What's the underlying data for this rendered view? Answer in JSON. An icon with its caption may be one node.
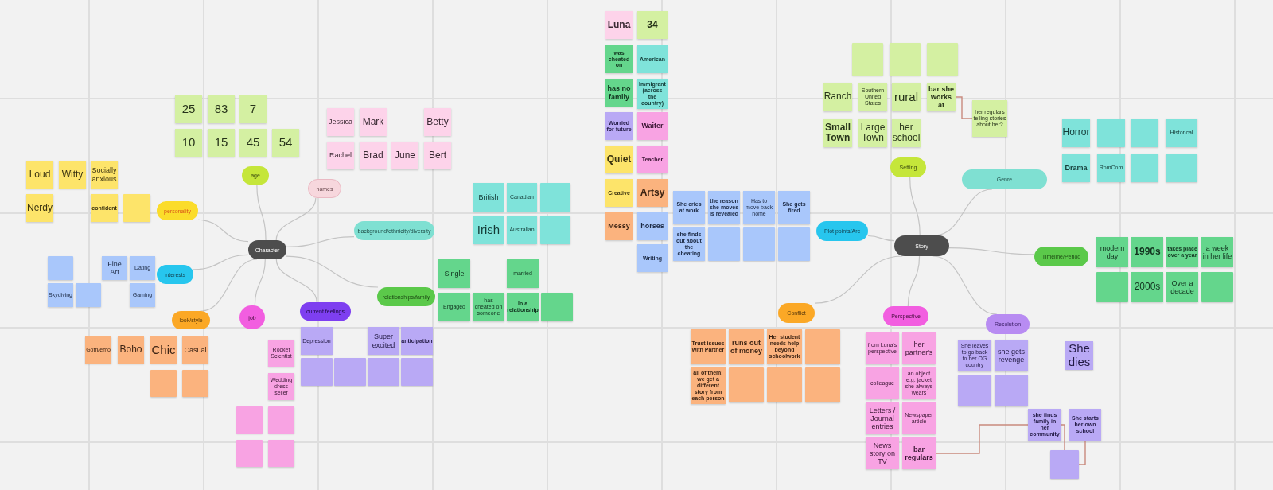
{
  "diagram": {
    "nodes": [
      {
        "text": [
          "Character"
        ]
      },
      {
        "text": [
          "age"
        ]
      },
      {
        "text": [
          "25"
        ]
      },
      {
        "text": [
          "83"
        ]
      },
      {
        "text": [
          "7"
        ]
      },
      {
        "text": [
          "10"
        ]
      },
      {
        "text": [
          "15"
        ]
      },
      {
        "text": [
          "45"
        ]
      },
      {
        "text": [
          "54"
        ]
      },
      {
        "text": [
          "names"
        ]
      },
      {
        "text": [
          "Jessica"
        ]
      },
      {
        "text": [
          "Mark"
        ]
      },
      {
        "text": [
          "Betty"
        ]
      },
      {
        "text": [
          "Rachel"
        ]
      },
      {
        "text": [
          "Brad"
        ]
      },
      {
        "text": [
          "June"
        ]
      },
      {
        "text": [
          "Bert"
        ]
      },
      {
        "text": [
          "personality"
        ]
      },
      {
        "text": [
          "Loud"
        ]
      },
      {
        "text": [
          "Witty"
        ]
      },
      {
        "text": [
          "Socially anxious"
        ]
      },
      {
        "text": [
          "Nerdy"
        ]
      },
      {
        "text": [
          "confident"
        ]
      },
      {
        "text": [],
        "shape": "box"
      },
      {
        "text": [
          "interests"
        ]
      },
      {
        "text": [],
        "shape": "box"
      },
      {
        "text": [
          "Fine Art"
        ]
      },
      {
        "text": [
          "Dating"
        ]
      },
      {
        "text": [
          "Skydiving"
        ]
      },
      {
        "text": [],
        "shape": "box"
      },
      {
        "text": [
          "Gaming"
        ]
      },
      {
        "text": [
          "look/style"
        ]
      },
      {
        "text": [
          "Goth/emo"
        ]
      },
      {
        "text": [
          "Boho"
        ]
      },
      {
        "text": [
          "Chic"
        ]
      },
      {
        "text": [
          "Casual"
        ]
      },
      {
        "text": [],
        "shape": "box"
      },
      {
        "text": [],
        "shape": "box"
      },
      {
        "text": [
          "job"
        ]
      },
      {
        "text": [
          "Rocket Scientist"
        ]
      },
      {
        "text": [
          "Wedding dress seller"
        ]
      },
      {
        "text": [],
        "shape": "box"
      },
      {
        "text": [],
        "shape": "box"
      },
      {
        "text": [],
        "shape": "box"
      },
      {
        "text": [],
        "shape": "box"
      },
      {
        "text": [
          "current feelings"
        ]
      },
      {
        "text": [
          "Depression"
        ]
      },
      {
        "text": [
          "Super excited"
        ]
      },
      {
        "text": [
          "anticipation"
        ]
      },
      {
        "text": [],
        "shape": "box"
      },
      {
        "text": [],
        "shape": "box"
      },
      {
        "text": [],
        "shape": "box"
      },
      {
        "text": [],
        "shape": "box"
      },
      {
        "text": [
          "background/ethnicity/diversity"
        ]
      },
      {
        "text": [
          "British"
        ]
      },
      {
        "text": [
          "Canadian"
        ]
      },
      {
        "text": [],
        "shape": "box"
      },
      {
        "text": [
          "Irish"
        ]
      },
      {
        "text": [
          "Australian"
        ]
      },
      {
        "text": [],
        "shape": "box"
      },
      {
        "text": [
          "relationships/family"
        ]
      },
      {
        "text": [
          "Single"
        ]
      },
      {
        "text": [
          "married"
        ]
      },
      {
        "text": [
          "Engaged"
        ]
      },
      {
        "text": [
          "has cheated on someone"
        ]
      },
      {
        "text": [
          "In a relationship"
        ]
      },
      {
        "text": [],
        "shape": "box"
      },
      {
        "text": [
          "Luna"
        ]
      },
      {
        "text": [
          "34"
        ]
      },
      {
        "text": [
          "was cheated on"
        ]
      },
      {
        "text": [
          "American"
        ]
      },
      {
        "text": [
          "has no family"
        ]
      },
      {
        "text": [
          "Immigrant (across the country)"
        ]
      },
      {
        "text": [
          "Worried for future"
        ]
      },
      {
        "text": [
          "Waiter"
        ]
      },
      {
        "text": [
          "Quiet"
        ]
      },
      {
        "text": [
          "Teacher"
        ]
      },
      {
        "text": [
          "Creative"
        ]
      },
      {
        "text": [
          "Artsy"
        ]
      },
      {
        "text": [
          "Messy"
        ]
      },
      {
        "text": [
          "horses"
        ]
      },
      {
        "text": [
          "Writing"
        ]
      },
      {
        "text": [
          "Story"
        ]
      },
      {
        "text": [
          "Plot points/Arc"
        ]
      },
      {
        "text": [
          "She cries at work"
        ]
      },
      {
        "text": [
          "the reason she moves is revealed"
        ]
      },
      {
        "text": [
          "Has to move back home"
        ]
      },
      {
        "text": [
          "She gets fired"
        ]
      },
      {
        "text": [
          "she finds out about the cheating"
        ]
      },
      {
        "text": [],
        "shape": "box"
      },
      {
        "text": [],
        "shape": "box"
      },
      {
        "text": [],
        "shape": "box"
      },
      {
        "text": [
          "Setting"
        ]
      },
      {
        "text": [],
        "shape": "box"
      },
      {
        "text": [],
        "shape": "box"
      },
      {
        "text": [],
        "shape": "box"
      },
      {
        "text": [
          "Ranch"
        ]
      },
      {
        "text": [
          "Southern United States"
        ]
      },
      {
        "text": [
          "rural"
        ]
      },
      {
        "text": [
          "bar she works at"
        ]
      },
      {
        "text": [
          "her regulars telling stories about her?"
        ]
      },
      {
        "text": [
          "Small Town"
        ]
      },
      {
        "text": [
          "Large Town"
        ]
      },
      {
        "text": [
          "her school"
        ]
      },
      {
        "text": [
          "Genre"
        ]
      },
      {
        "text": [
          "Horror"
        ]
      },
      {
        "text": [],
        "shape": "box"
      },
      {
        "text": [],
        "shape": "box"
      },
      {
        "text": [
          "Historical"
        ]
      },
      {
        "text": [
          "Drama"
        ]
      },
      {
        "text": [
          "RomCom"
        ]
      },
      {
        "text": [],
        "shape": "box"
      },
      {
        "text": [],
        "shape": "box"
      },
      {
        "text": [
          "Timeline/Period"
        ]
      },
      {
        "text": [
          "modern day"
        ]
      },
      {
        "text": [
          "1990s"
        ]
      },
      {
        "text": [
          "takes place over a year"
        ]
      },
      {
        "text": [
          "a week in her life"
        ]
      },
      {
        "text": [],
        "shape": "box"
      },
      {
        "text": [
          "2000s"
        ]
      },
      {
        "text": [
          "Over a decade"
        ]
      },
      {
        "text": [],
        "shape": "box"
      },
      {
        "text": [
          "Conflict"
        ]
      },
      {
        "text": [
          "Trust issues with Partner"
        ]
      },
      {
        "text": [
          "runs out of money"
        ]
      },
      {
        "text": [
          "Her student needs help beyond schoolwork"
        ]
      },
      {
        "text": [],
        "shape": "box"
      },
      {
        "text": [
          "all of them! we get a different story from each person"
        ]
      },
      {
        "text": [],
        "shape": "box"
      },
      {
        "text": [],
        "shape": "box"
      },
      {
        "text": [],
        "shape": "box"
      },
      {
        "text": [
          "Perspective"
        ]
      },
      {
        "text": [
          "from Luna's perspective"
        ]
      },
      {
        "text": [
          "her partner's"
        ]
      },
      {
        "text": [
          "colleague"
        ]
      },
      {
        "text": [
          "an object e.g. jacket she always wears"
        ]
      },
      {
        "text": [
          "Letters / Journal entries"
        ]
      },
      {
        "text": [
          "Newspaper article"
        ]
      },
      {
        "text": [
          "News story on TV"
        ]
      },
      {
        "text": [
          "bar regulars"
        ]
      },
      {
        "text": [
          "Resolution"
        ]
      },
      {
        "text": [
          "She leaves to go back to her OG country"
        ]
      },
      {
        "text": [
          "she gets revenge"
        ]
      },
      {
        "text": [],
        "shape": "box"
      },
      {
        "text": [],
        "shape": "box"
      },
      {
        "text": [
          "She dies"
        ]
      },
      {
        "text": [
          "she finds family in her community"
        ]
      },
      {
        "text": [
          "She starts her own school"
        ]
      },
      {
        "text": [],
        "shape": "box"
      }
    ],
    "edges": [
      {
        "from": 0,
        "to": 1,
        "arrow": "none"
      },
      {
        "from": 0,
        "to": 9,
        "arrow": "none"
      },
      {
        "from": 0,
        "to": 17,
        "arrow": "none"
      },
      {
        "from": 0,
        "to": 24,
        "arrow": "none"
      },
      {
        "from": 0,
        "to": 31,
        "arrow": "none"
      },
      {
        "from": 0,
        "to": 38,
        "arrow": "none"
      },
      {
        "from": 0,
        "to": 45,
        "arrow": "none"
      },
      {
        "from": 0,
        "to": 53,
        "arrow": "none"
      },
      {
        "from": 0,
        "to": 60,
        "arrow": "none"
      },
      {
        "from": 82,
        "to": 83,
        "arrow": "none"
      },
      {
        "from": 82,
        "to": 92,
        "arrow": "none"
      },
      {
        "from": 82,
        "to": 104,
        "arrow": "none"
      },
      {
        "from": 82,
        "to": 113,
        "arrow": "none"
      },
      {
        "from": 82,
        "to": 122,
        "arrow": "none"
      },
      {
        "from": 82,
        "to": 131,
        "arrow": "none"
      },
      {
        "from": 82,
        "to": 140,
        "arrow": "none"
      },
      {
        "from": 99,
        "to": 100,
        "arrow": "none",
        "color": "#c98a7e"
      },
      {
        "from": 139,
        "to": 146,
        "arrow": "none",
        "color": "#c98a7e"
      },
      {
        "from": 146,
        "to": 148,
        "arrow": "none",
        "color": "#c98a7e"
      },
      {
        "from": 148,
        "to": 147,
        "arrow": "none",
        "color": "#c98a7e"
      }
    ]
  }
}
